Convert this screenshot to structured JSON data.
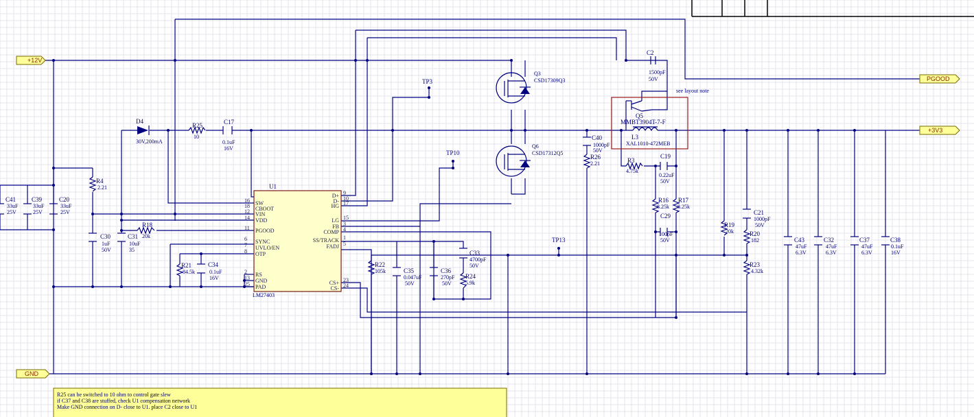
{
  "ports": {
    "p12v": "+12V",
    "gnd": "GND",
    "pgood": "PGOOD",
    "p3v3": "+3V3"
  },
  "ic": {
    "ref": "U1",
    "part": "LM27403",
    "left_pins": [
      {
        "num": "16",
        "name": "SW"
      },
      {
        "num": "18",
        "name": "CBOOT"
      },
      {
        "num": "12",
        "name": "VIN"
      },
      {
        "num": "14",
        "name": "VDD"
      },
      {
        "num": "11",
        "name": "PGOOD"
      },
      {
        "num": "6",
        "name": "SYNC"
      },
      {
        "num": "7",
        "name": "UVLO/EN"
      },
      {
        "num": "8",
        "name": "OTP"
      },
      {
        "num": "2",
        "name": "RS"
      },
      {
        "num": "13",
        "name": "GND"
      },
      {
        "num": "25",
        "name": "PAD"
      }
    ],
    "right_pins": [
      {
        "num": "9",
        "name": "D+"
      },
      {
        "num": "10",
        "name": "D-"
      },
      {
        "num": "17",
        "name": "HG"
      },
      {
        "num": "15",
        "name": "LG"
      },
      {
        "num": "3",
        "name": "FB"
      },
      {
        "num": "4",
        "name": "COMP"
      },
      {
        "num": "1",
        "name": "SS/TRACK"
      },
      {
        "num": "5",
        "name": "FADJ"
      },
      {
        "num": "23",
        "name": "CS+"
      },
      {
        "num": "24",
        "name": "CS-"
      }
    ]
  },
  "components": {
    "D4": {
      "ref": "D4",
      "value": "30V,200mA"
    },
    "R25": {
      "ref": "R25",
      "value": "10"
    },
    "C17": {
      "ref": "C17",
      "value": "0.1uF",
      "rating": "16V"
    },
    "R4": {
      "ref": "R4",
      "value": "2.21"
    },
    "C41": {
      "ref": "C41",
      "value": "33uF",
      "rating": "25V"
    },
    "C39": {
      "ref": "C39",
      "value": "33uF",
      "rating": "25V"
    },
    "C20": {
      "ref": "C20",
      "value": "33uF",
      "rating": "25V"
    },
    "C30": {
      "ref": "C30",
      "value": "1uF",
      "rating": "50V"
    },
    "C31": {
      "ref": "C31",
      "value": "10uF",
      "rating": "35"
    },
    "R18": {
      "ref": "R18",
      "value": "20k"
    },
    "R21": {
      "ref": "R21",
      "value": "84.5k"
    },
    "C34": {
      "ref": "C34",
      "value": "0.1uF",
      "rating": "16V"
    },
    "Q3": {
      "ref": "Q3",
      "value": "CSD17309Q3"
    },
    "Q6": {
      "ref": "Q6",
      "value": "CSD17312Q5"
    },
    "TP3": {
      "ref": "TP3"
    },
    "TP10": {
      "ref": "TP10"
    },
    "TP13": {
      "ref": "TP13"
    },
    "C2": {
      "ref": "C2",
      "value": "1500pF",
      "rating": "50V"
    },
    "Q5": {
      "ref": "Q5",
      "value": "MMBT3904T-7-F"
    },
    "L3": {
      "ref": "L3",
      "value": "XAL1010-472MEB"
    },
    "C40": {
      "ref": "C40",
      "value": "1000pF",
      "rating": "50V"
    },
    "R26": {
      "ref": "R26",
      "value": "2.21"
    },
    "R3": {
      "ref": "R3",
      "value": "4.75k"
    },
    "C19": {
      "ref": "C19",
      "value": "0.22uF",
      "rating": "50V"
    },
    "R16": {
      "ref": "R16",
      "value": "8.25k"
    },
    "R17": {
      "ref": "R17",
      "value": "8.25k"
    },
    "C29": {
      "ref": "C29",
      "value": "100pF",
      "rating": "50V"
    },
    "R22": {
      "ref": "R22",
      "value": "105k"
    },
    "C35": {
      "ref": "C35",
      "value": "0.047uF",
      "rating": "50V"
    },
    "C36": {
      "ref": "C36",
      "value": "270pF",
      "rating": "50V"
    },
    "C33": {
      "ref": "C33",
      "value": "4700pF",
      "rating": "50V"
    },
    "R24": {
      "ref": "R24",
      "value": "5.9k"
    },
    "R19": {
      "ref": "R19",
      "value": "20k"
    },
    "C21": {
      "ref": "C21",
      "value": "1000pF",
      "rating": "50V"
    },
    "R20": {
      "ref": "R20",
      "value": "182"
    },
    "R23": {
      "ref": "R23",
      "value": "4.32k"
    },
    "C43": {
      "ref": "C43",
      "value": "47uF",
      "rating": "6.3V"
    },
    "C32": {
      "ref": "C32",
      "value": "47uF",
      "rating": "6.3V"
    },
    "C37": {
      "ref": "C37",
      "value": "47uF",
      "rating": "6.3V"
    },
    "C38": {
      "ref": "C38",
      "value": "0.1uF",
      "rating": "16V"
    }
  },
  "layout_note": "see layout note",
  "notes": [
    "R25 can be switched to 10 ohm to control gate slew",
    "if C37 and C38 are stuffed, check U1 compensation network",
    "Make GND connection on D- close to U1. place C2 close to U1"
  ],
  "colors": {
    "wire": "#000080",
    "port_fill": "#ffff99",
    "ic_fill": "#ffffcc",
    "highlight": "#9a1a1a",
    "text": "#00007a"
  }
}
